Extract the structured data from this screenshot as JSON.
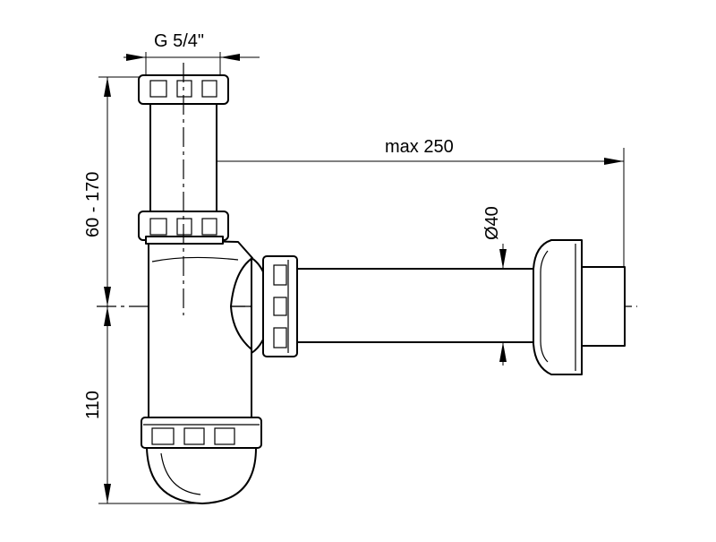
{
  "dimensions": {
    "thread": "G 5/4\"",
    "max_length": "max 250",
    "pipe_diameter": "Ø40",
    "height_range": "60 - 170",
    "lower_height": "110"
  }
}
